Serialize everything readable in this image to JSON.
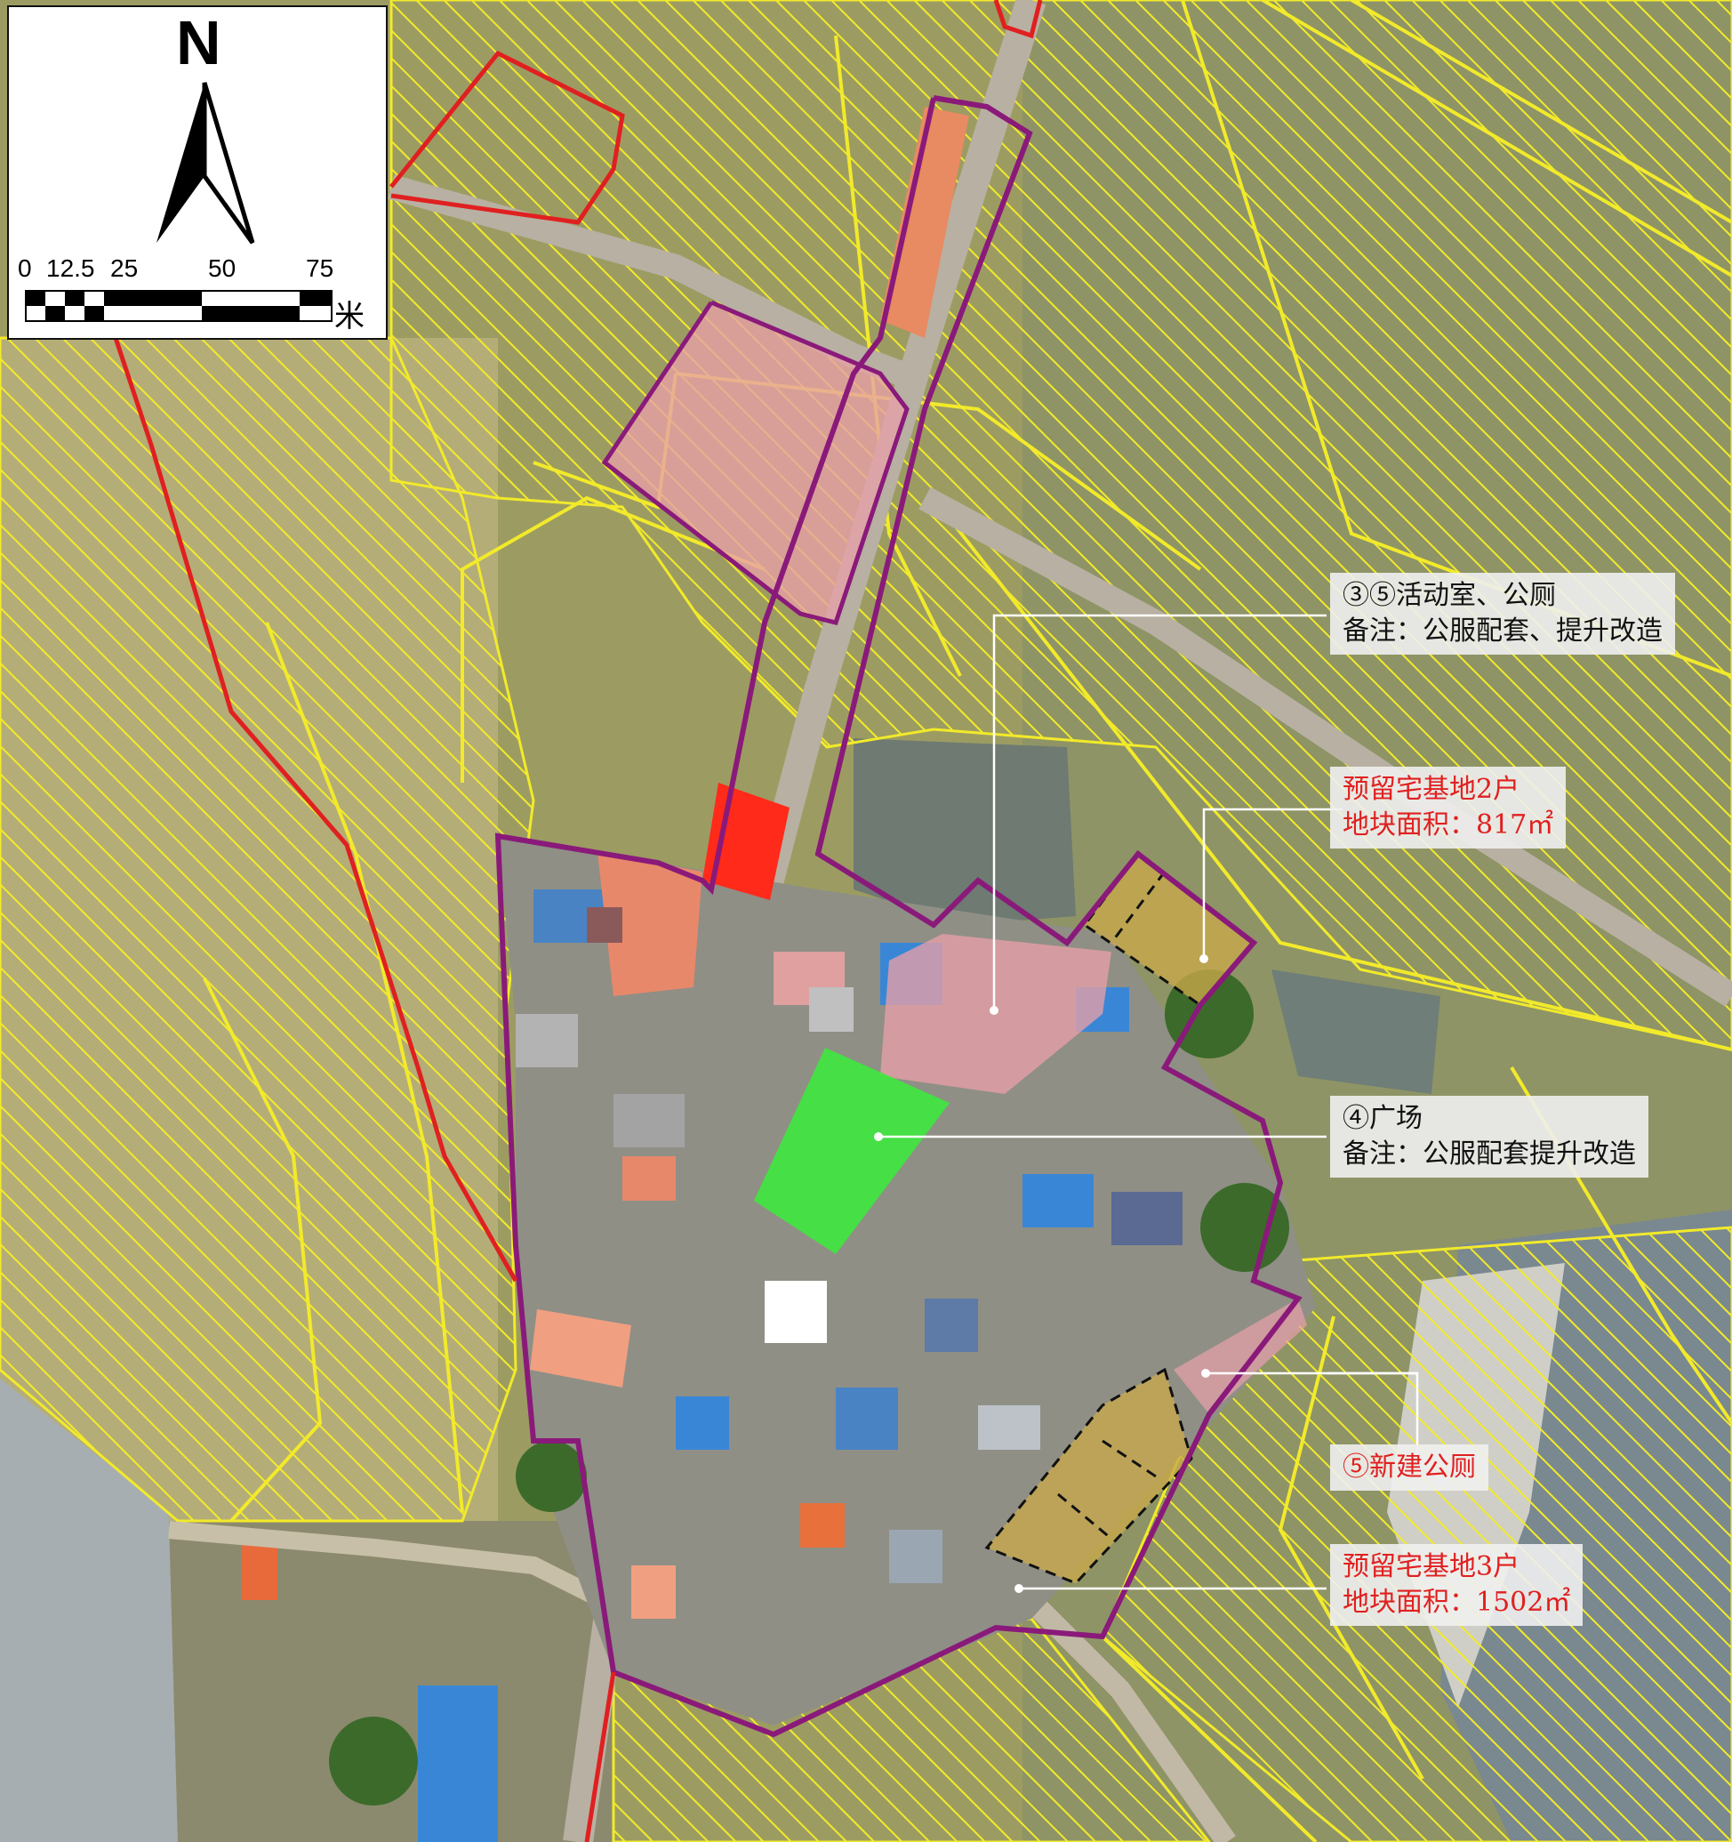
{
  "colors": {
    "field": "#a9a66a",
    "field_dark": "#6f7448",
    "hatch": "#f2ea2a",
    "boundary_red": "#e02020",
    "boundary_purple": "#8a1a7a",
    "pink_plot": "#e8a0a8",
    "green_plot": "#3ee83e",
    "red_plot": "#ff2a1a",
    "reserved_plot": "#c9a94a",
    "water": "#6d7a7a",
    "road": "#b8b0a2"
  },
  "north_arrow": {
    "label": "N",
    "icon": "north-arrow-icon"
  },
  "scale_bar": {
    "ticks": [
      "0",
      "12.5",
      "25",
      "50",
      "75"
    ],
    "unit": "米"
  },
  "callouts": [
    {
      "line1": "③⑤活动室、公厕",
      "line2": "备注：公服配套、提升改造",
      "color": "black"
    },
    {
      "line1": "预留宅基地2户",
      "line2": "地块面积：817㎡",
      "color": "red"
    },
    {
      "line1": "④广场",
      "line2": "备注：公服配套提升改造",
      "color": "black"
    },
    {
      "line1": "⑤新建公厕",
      "line2": "",
      "color": "red"
    },
    {
      "line1": "预留宅基地3户",
      "line2": "地块面积：1502㎡",
      "color": "red"
    }
  ]
}
